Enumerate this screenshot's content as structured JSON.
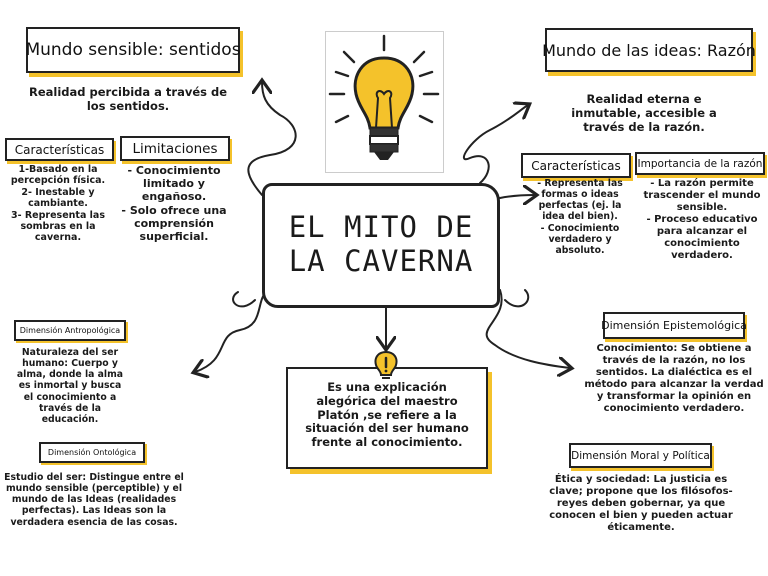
{
  "title": "EL MITO DE LA CAVERNA",
  "center_text": "Es una explicación alegórica del maestro Platón ,se refiere a la situación del ser humano frente al conocimiento.",
  "sensible": {
    "title": "Mundo sensible: sentidos",
    "description": "Realidad percibida a través de los sentidos.",
    "caracteristicas_label": "Características",
    "caracteristicas_text": "1-Basado en la percepción física.\n2- Inestable y cambiante.\n3- Representa las sombras en la caverna.",
    "limitaciones_label": "Limitaciones",
    "limitaciones_text": "- Conocimiento limitado y engañoso.\n- Solo ofrece una comprensión superficial."
  },
  "ideas": {
    "title": "Mundo de las ideas: Razón",
    "description": "Realidad eterna e inmutable, accesible a través de la razón.",
    "caracteristicas_label": "Características",
    "caracteristicas_text": "- Representa las formas o ideas perfectas (ej. la idea del bien).\n- Conocimiento verdadero y absoluto.",
    "importancia_label": "Importancia de la razón",
    "importancia_text": "- La razón permite trascender el mundo sensible.\n- Proceso educativo para alcanzar el conocimiento verdadero."
  },
  "antropologica": {
    "label": "Dimensión Antropológica",
    "text": "Naturaleza del ser humano: Cuerpo y alma, donde la alma es inmortal y busca el conocimiento a través de la educación."
  },
  "ontologica": {
    "label": "Dimensión Ontológica",
    "text": "Estudio del ser: Distingue entre el mundo sensible (perceptible) y el mundo de las Ideas (realidades perfectas). Las Ideas son la verdadera esencia de las cosas."
  },
  "epistemologica": {
    "label": "Dimensión Epistemológica",
    "text": "Conocimiento: Se obtiene a través de la razón, no los sentidos. La dialéctica es el método para alcanzar la verdad y transformar la opinión en conocimiento verdadero."
  },
  "moral": {
    "label": "Dimensión Moral y Política",
    "text": "Ética y sociedad: La justicia es clave; propone que los filósofos-reyes deben gobernar, ya que conocen el bien y pueden actuar éticamente."
  },
  "colors": {
    "accent": "#f4c22b",
    "ink": "#222222"
  },
  "icons": [
    "light-bulb-icon",
    "exclamation-bulb-icon"
  ]
}
